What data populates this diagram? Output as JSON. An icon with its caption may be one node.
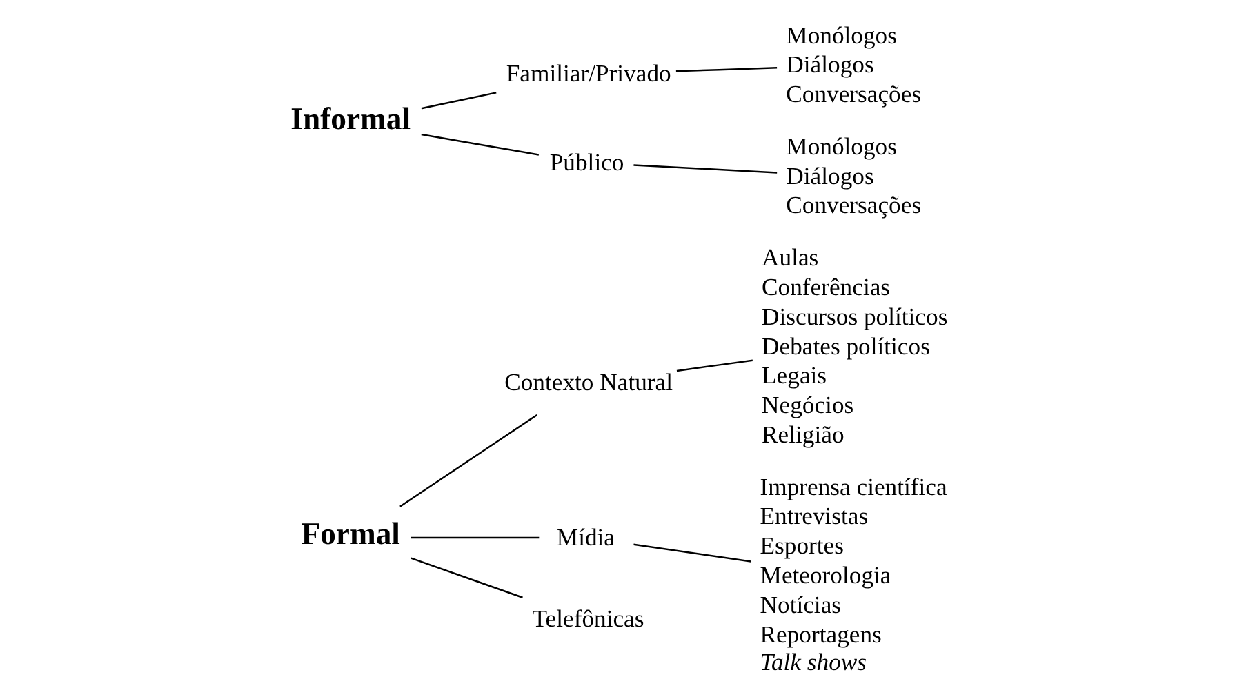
{
  "diagram": {
    "nodes": [
      {
        "text": [
          "Formal"
        ]
      },
      {
        "text": [
          "Contexto Natural"
        ]
      },
      {
        "text": [
          "Mídia"
        ]
      },
      {
        "text": [
          "Telefônicas"
        ]
      },
      {
        "text": [
          "Aulas",
          "Conferências",
          "Discursos políticos",
          "Debates políticos",
          "Legais",
          "Negócios",
          "Religião"
        ]
      },
      {
        "text": [
          "Informal"
        ]
      },
      {
        "text": [
          "Familiar/Privado"
        ]
      },
      {
        "text": [
          "Público"
        ]
      },
      {
        "text": [
          "Monólogos",
          "Diálogos",
          "Conversações"
        ]
      },
      {
        "text": [
          "Monólogos",
          "Diálogos",
          "Conversações"
        ]
      },
      {
        "text": [
          "Imprensa científica",
          "Entrevistas",
          "Esportes",
          "Meteorologia",
          "Notícias",
          "Reportagens",
          "*Talk shows*"
        ]
      }
    ],
    "edges": [
      {
        "from": 0,
        "to": 1,
        "arrow": "none"
      },
      {
        "from": 0,
        "to": 2,
        "arrow": "none"
      },
      {
        "from": 0,
        "to": 3,
        "arrow": "none"
      },
      {
        "from": 1,
        "to": 4,
        "arrow": "none"
      },
      {
        "from": 2,
        "to": 10,
        "arrow": "none"
      },
      {
        "from": 5,
        "to": 6,
        "arrow": "none"
      },
      {
        "from": 5,
        "to": 7,
        "arrow": "none"
      },
      {
        "from": 6,
        "to": 8,
        "arrow": "none"
      },
      {
        "from": 7,
        "to": 9,
        "arrow": "none"
      }
    ]
  }
}
